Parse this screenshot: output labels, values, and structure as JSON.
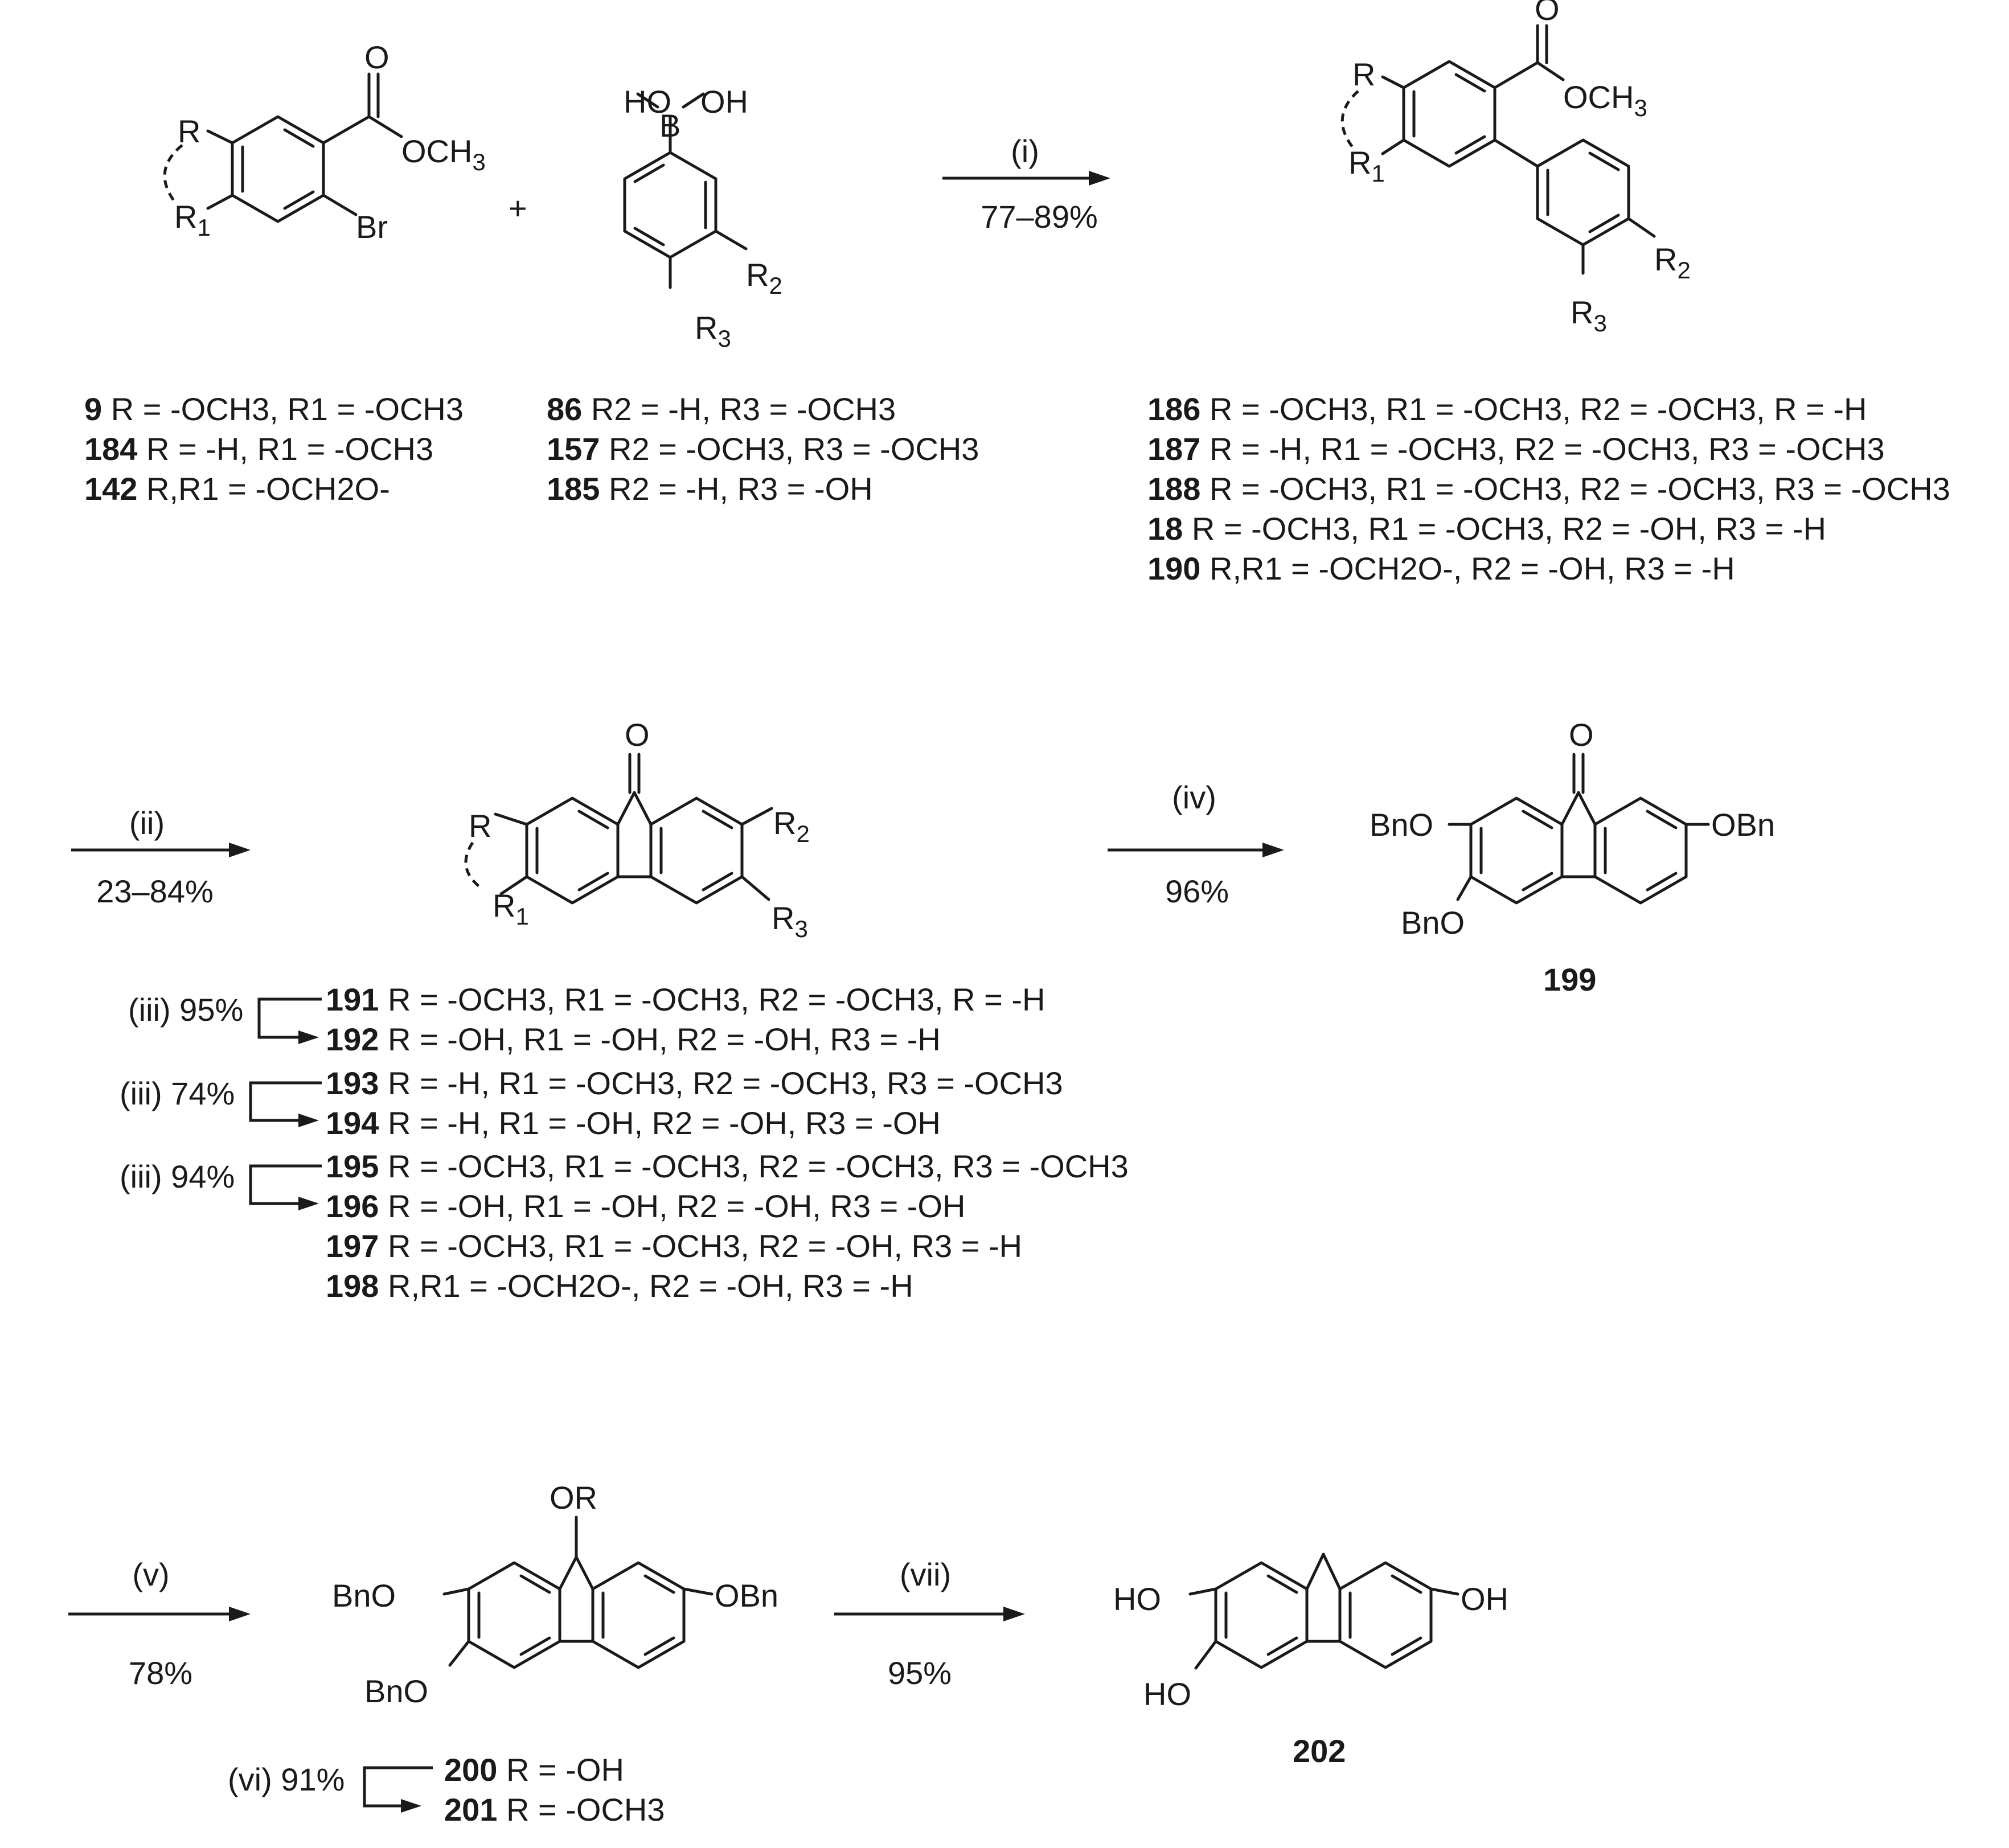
{
  "reactants": {
    "bromoester": {
      "labels": [
        "R",
        "R1",
        "Br",
        "O",
        "OCH3"
      ],
      "compounds": [
        {
          "id": "9",
          "text": "R = -OCH3, R1 = -OCH3"
        },
        {
          "id": "184",
          "text": "R = -H, R1 = -OCH3"
        },
        {
          "id": "142",
          "text": "R,R1 = -OCH2O-"
        }
      ]
    },
    "plus": "+",
    "boronic_acid": {
      "labels": [
        "HO",
        "B",
        "OH",
        "R2",
        "R3"
      ],
      "compounds": [
        {
          "id": "86",
          "text": "R2 = -H, R3 = -OCH3"
        },
        {
          "id": "157",
          "text": "R2 = -OCH3, R3 = -OCH3"
        },
        {
          "id": "185",
          "text": "R2 = -H, R3 = -OH"
        }
      ]
    }
  },
  "step_i": {
    "reagent": "(i)",
    "yield": "77–89%"
  },
  "biaryl": {
    "labels": [
      "R",
      "R1",
      "O",
      "OCH3",
      "R2",
      "R3"
    ],
    "compounds": [
      {
        "id": "186",
        "text": "R = -OCH3, R1 = -OCH3, R2 = -OCH3, R = -H"
      },
      {
        "id": "187",
        "text": "R = -H, R1 = -OCH3, R2 = -OCH3, R3 = -OCH3"
      },
      {
        "id": "188",
        "text": "R = -OCH3, R1 = -OCH3, R2 = -OCH3, R3 = -OCH3"
      },
      {
        "id": "18",
        "text": "R = -OCH3, R1 = -OCH3, R2 = -OH, R3 = -H"
      },
      {
        "id": "190",
        "text": "R,R1 = -OCH2O-, R2 = -OH, R3 = -H"
      }
    ]
  },
  "step_ii": {
    "reagent": "(ii)",
    "yield": "23–84%"
  },
  "fluorenone": {
    "labels": [
      "O",
      "R",
      "R1",
      "R2",
      "R3"
    ],
    "compounds": [
      {
        "id": "191",
        "text": "R = -OCH3, R1 = -OCH3, R2 = -OCH3, R = -H"
      },
      {
        "id": "192",
        "text": "R = -OH, R1 = -OH, R2 = -OH, R3 = -H"
      },
      {
        "id": "193",
        "text": "R = -H, R1 = -OCH3, R2 = -OCH3, R3 = -OCH3"
      },
      {
        "id": "194",
        "text": "R = -H, R1 = -OH, R2 = -OH, R3 = -OH"
      },
      {
        "id": "195",
        "text": "R = -OCH3, R1 = -OCH3, R2 = -OCH3, R3 = -OCH3"
      },
      {
        "id": "196",
        "text": "R = -OH, R1 = -OH, R2 = -OH, R3 = -OH"
      },
      {
        "id": "197",
        "text": "R = -OCH3, R1 = -OCH3, R2 = -OH, R3 = -H"
      },
      {
        "id": "198",
        "text": "R,R1 = -OCH2O-, R2 = -OH, R3 = -H"
      }
    ],
    "conversions": [
      {
        "label": "(iii) 95%"
      },
      {
        "label": "(iii) 74%"
      },
      {
        "label": "(iii) 94%"
      }
    ]
  },
  "step_iv": {
    "reagent": "(iv)",
    "yield": "96%"
  },
  "compound_199": {
    "id": "199",
    "labels": [
      "O",
      "BnO",
      "BnO",
      "OBn"
    ]
  },
  "step_v": {
    "reagent": "(v)",
    "yield": "78%"
  },
  "fluorenol": {
    "labels": [
      "OR",
      "BnO",
      "BnO",
      "OBn"
    ],
    "compounds": [
      {
        "id": "200",
        "text": "R = -OH"
      },
      {
        "id": "201",
        "text": "R = -OCH3"
      }
    ],
    "conversion": {
      "label": "(vi) 91%"
    }
  },
  "step_vii": {
    "reagent": "(vii)",
    "yield": "95%"
  },
  "compound_202": {
    "id": "202",
    "labels": [
      "HO",
      "HO",
      "OH"
    ]
  }
}
